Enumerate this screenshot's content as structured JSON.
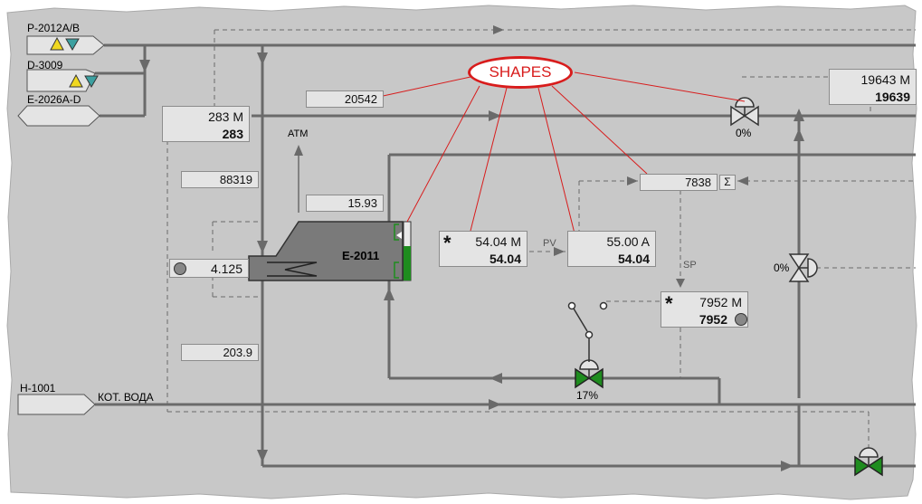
{
  "colors": {
    "background": "#c8c8c8",
    "pipe": "#6a6a6a",
    "valve_open": "#1e8c1e",
    "callout": "#d81c1c",
    "warning_yellow": "#f0d820",
    "warning_teal": "#3ca0a0"
  },
  "sources": {
    "p2012": "P-2012A/B",
    "d3009": "D-3009",
    "e2026": "E-2026A-D",
    "h1001": "H-1001",
    "kot_voda": "КОТ. ВОДА"
  },
  "icons": {
    "warning": "warning-triangle-icon",
    "filter": "filter-funnel-icon",
    "moon": "manual-mode-icon",
    "sum": "sum-icon"
  },
  "callout": {
    "label": "SHAPES"
  },
  "readouts": {
    "r20542": "20542",
    "r88319": "88319",
    "r1593": "15.93",
    "r4125": "4.125",
    "r2039": "203.9",
    "r7838": "7838",
    "sum_symbol": "Σ"
  },
  "controllers": {
    "c283": {
      "line1": "283 M",
      "line2": "283"
    },
    "c19643": {
      "line1": "19643 M",
      "line2": "19639"
    },
    "c5404": {
      "line1": "54.04 M",
      "line2": "54.04",
      "star": "*"
    },
    "c5500": {
      "line1": "55.00 A",
      "line2": "54.04"
    },
    "c7952": {
      "line1": "7952 M",
      "line2": "7952",
      "star": "*"
    }
  },
  "equipment": {
    "vessel_name": "E-2011",
    "atm": "ATM",
    "pv": "PV",
    "sp": "SP"
  },
  "valves": {
    "top_right_pct": "0%",
    "mid_right_pct": "0%",
    "bottom_center_pct": "17%"
  }
}
